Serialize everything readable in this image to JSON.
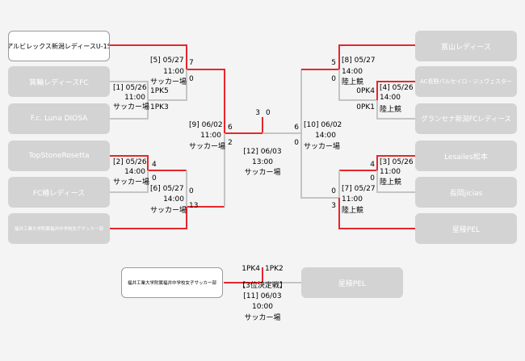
{
  "teams": {
    "albirex": "アルビレックス新潟レディースU-15",
    "minowa": "箕輪レディースFC",
    "luna": "F.c. Luna DIOSA",
    "topstone": "TopStoneRosetta",
    "tsubaki": "FC椿レディース",
    "fukui_l": "福井工業大学附属福井中学校女子サッカー部",
    "toyama": "富山レディース",
    "parceiro": "AC長野パルセイロ・ジュヴェスター",
    "grandsena": "グランセナ新潟FCレディース",
    "lesailes": "Lesailes松本",
    "jicias": "長岡jicias",
    "seiryo": "星稜PEL",
    "fukui_3p": "福井工業大学附属福井中学校女子サッカー部",
    "seiryo_3p": "星稜PEL"
  },
  "matches": {
    "m1": {
      "no": "[1] 05/26",
      "time": "11:00",
      "venue": "サッカー場",
      "s_top": "1PK5",
      "s_bot": "1PK3"
    },
    "m2": {
      "no": "[2] 05/26",
      "time": "14:00",
      "venue": "サッカー場",
      "s_top": "4",
      "s_bot": "0"
    },
    "m3": {
      "no": "[3] 05/26",
      "time": "11:00",
      "venue": "陸上競",
      "s_top": "4",
      "s_bot": "0"
    },
    "m4": {
      "no": "[4] 05/26",
      "time": "14:00",
      "venue": "陸上競",
      "s_top": "0PK4",
      "s_bot": "0PK1"
    },
    "m5": {
      "no": "[5] 05/27",
      "time": "11:00",
      "venue": "サッカー場",
      "s_top": "7",
      "s_bot": "0"
    },
    "m6": {
      "no": "[6] 05/27",
      "time": "14:00",
      "venue": "サッカー場",
      "s_top": "0",
      "s_bot": "13"
    },
    "m7": {
      "no": "[7] 05/27",
      "time": "11:00",
      "venue": "陸上競",
      "s_top": "0",
      "s_bot": "3"
    },
    "m8": {
      "no": "[8] 05/27",
      "time": "14:00",
      "venue": "陸上競",
      "s_top": "5",
      "s_bot": "0"
    },
    "m9": {
      "no": "[9] 06/02",
      "time": "11:00",
      "venue": "サッカー場",
      "s_top": "6",
      "s_bot": "2"
    },
    "m10": {
      "no": "[10] 06/02",
      "time": "14:00",
      "venue": "サッカー場",
      "s_top": "6",
      "s_bot": "0"
    },
    "m12": {
      "no": "[12] 06/03",
      "time": "13:00",
      "venue": "サッカー場",
      "s_left": "3",
      "s_right": "0"
    },
    "m11": {
      "title": "【3位決定戦】",
      "no": "[11] 06/03",
      "time": "10:00",
      "venue": "サッカー場",
      "s_left": "1PK4",
      "s_right": "1PK2"
    }
  }
}
